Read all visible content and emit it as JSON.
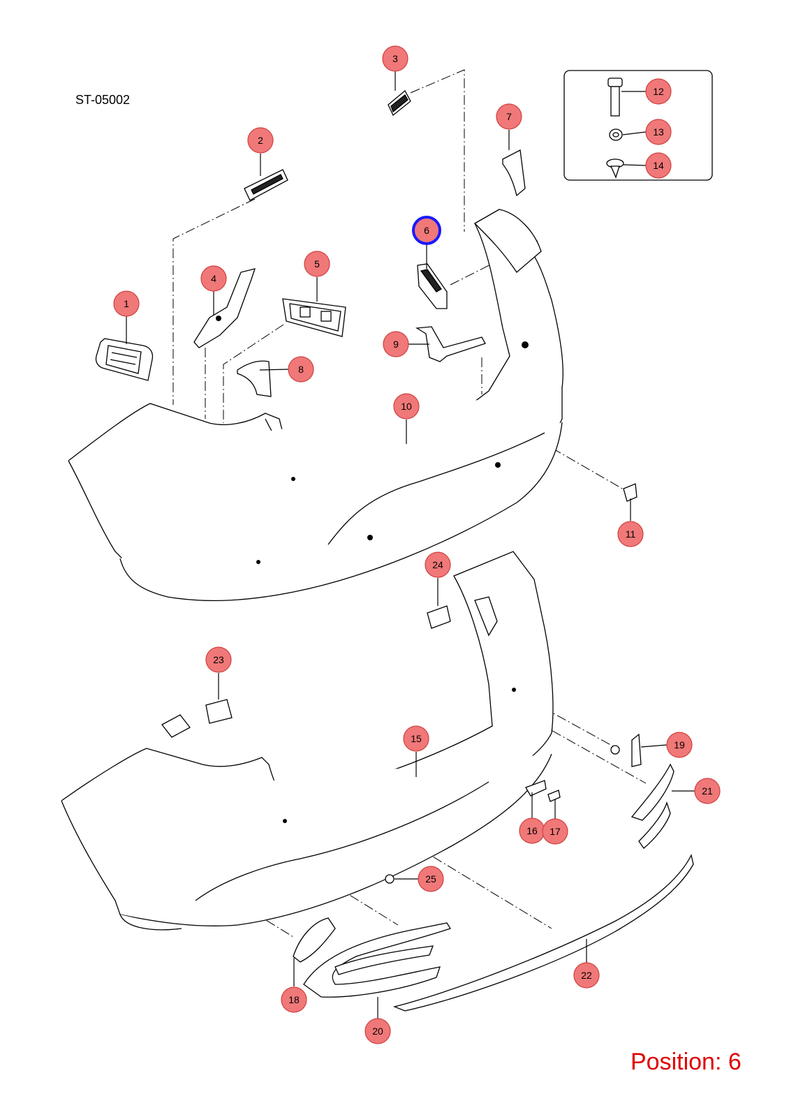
{
  "diagram": {
    "reference_code": "ST-05002",
    "position_label": "Position: 6",
    "selected_callout": "6",
    "callout_color": "#f07878",
    "selected_ring_color": "#1a1aff",
    "position_label_color": "#e00000",
    "callouts": [
      "1",
      "2",
      "3",
      "4",
      "5",
      "6",
      "7",
      "8",
      "9",
      "10",
      "11",
      "12",
      "13",
      "14",
      "15",
      "16",
      "17",
      "18",
      "19",
      "20",
      "21",
      "22",
      "23",
      "24",
      "25"
    ]
  }
}
